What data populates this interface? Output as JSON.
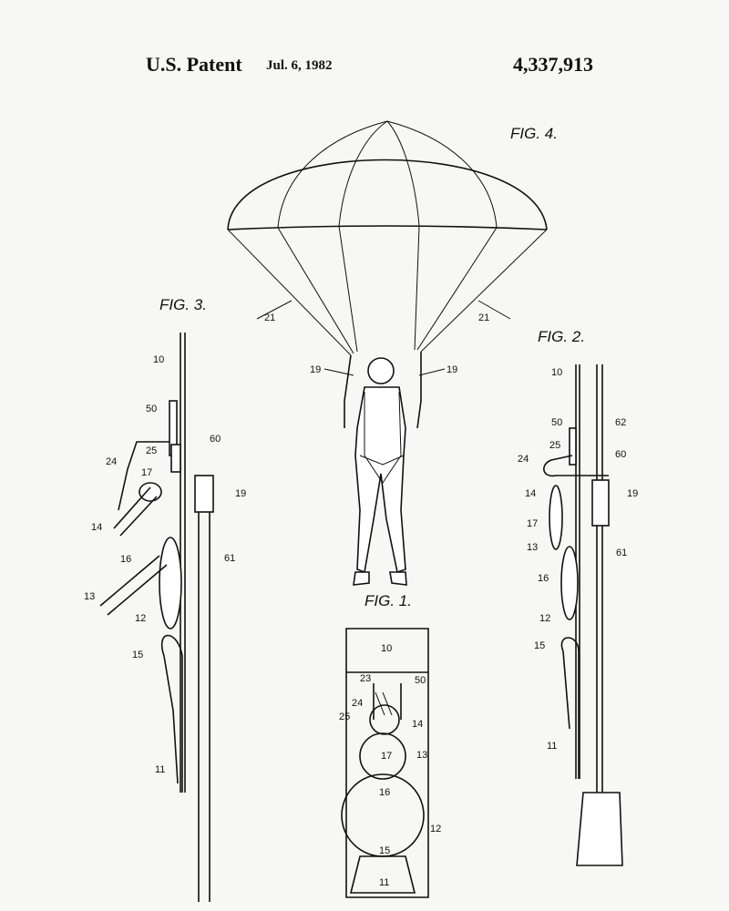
{
  "header": {
    "title": "U.S. Patent",
    "date": "Jul. 6, 1982",
    "patent_number": "4,337,913"
  },
  "figures": {
    "fig1": "FIG. 1.",
    "fig2": "FIG. 2.",
    "fig3": "FIG. 3.",
    "fig4": "FIG. 4."
  },
  "fig4_labels": [
    "21",
    "21",
    "19",
    "19"
  ],
  "fig3_labels": [
    "10",
    "50",
    "60",
    "24",
    "25",
    "17",
    "19",
    "14",
    "16",
    "61",
    "13",
    "12",
    "15",
    "11"
  ],
  "fig2_labels": [
    "10",
    "50",
    "62",
    "25",
    "60",
    "24",
    "14",
    "19",
    "17",
    "13",
    "61",
    "16",
    "12",
    "15",
    "11"
  ],
  "fig1_labels": [
    "10",
    "23",
    "50",
    "24",
    "25",
    "14",
    "17",
    "13",
    "16",
    "12",
    "15",
    "11"
  ]
}
